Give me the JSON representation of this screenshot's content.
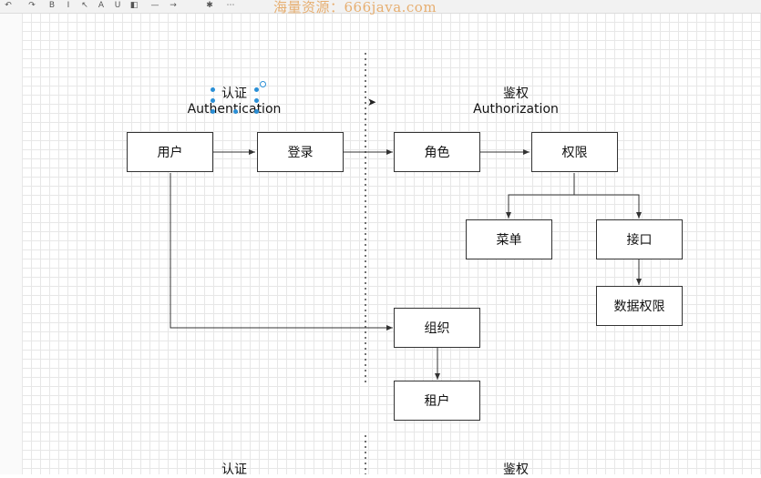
{
  "watermark": "海量资源：666java.com",
  "sections": {
    "top_left": {
      "cn": "认证",
      "en": "Authentication"
    },
    "top_right": {
      "cn": "鉴权",
      "en": "Authorization"
    },
    "bottom_left": {
      "cn": "认证"
    },
    "bottom_right": {
      "cn": "鉴权"
    }
  },
  "nodes": {
    "user": "用户",
    "login": "登录",
    "role": "角色",
    "permission": "权限",
    "menu": "菜单",
    "api": "接口",
    "data_permission": "数据权限",
    "organization": "组织",
    "tenant": "租户"
  },
  "colors": {
    "line": "#333333",
    "divider": "#444444",
    "selection": "#2a8fd6",
    "watermark": "#e5a35a"
  }
}
